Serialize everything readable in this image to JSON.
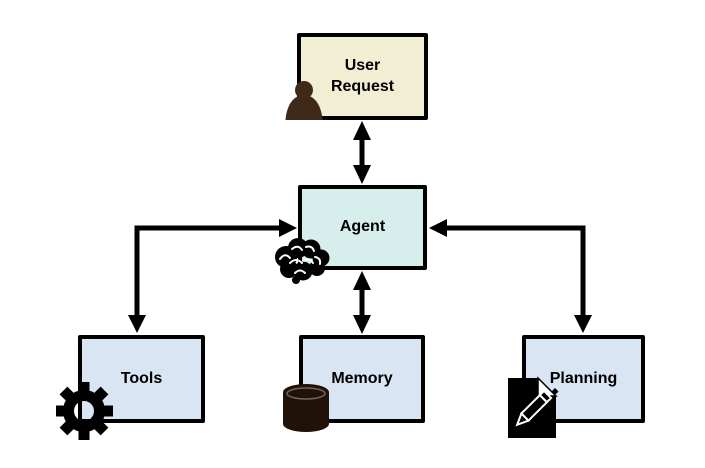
{
  "diagram": {
    "background_color": "#ffffff",
    "line_color": "#000000",
    "nodes": {
      "user_request": {
        "label": "User Request",
        "fill": "#f2eed4",
        "icon": "person-icon",
        "icon_color": "#3f2a1a"
      },
      "agent": {
        "label": "Agent",
        "fill": "#d7efec",
        "icon": "brain-icon",
        "icon_color": "#000000"
      },
      "tools": {
        "label": "Tools",
        "fill": "#dae5f4",
        "icon": "gear-icon",
        "icon_color": "#000000"
      },
      "memory": {
        "label": "Memory",
        "fill": "#dae5f4",
        "icon": "database-icon",
        "icon_color": "#211208"
      },
      "planning": {
        "label": "Planning",
        "fill": "#dae5f4",
        "icon": "note-pencil-icon",
        "icon_color": "#000000"
      }
    },
    "edges": [
      {
        "from": "user_request",
        "to": "agent",
        "style": "straight-vertical",
        "arrowheads": "both"
      },
      {
        "from": "agent",
        "to": "memory",
        "style": "straight-vertical",
        "arrowheads": "both"
      },
      {
        "from": "agent",
        "to": "tools",
        "style": "elbow",
        "arrowheads": "both"
      },
      {
        "from": "agent",
        "to": "planning",
        "style": "elbow",
        "arrowheads": "both"
      }
    ]
  }
}
